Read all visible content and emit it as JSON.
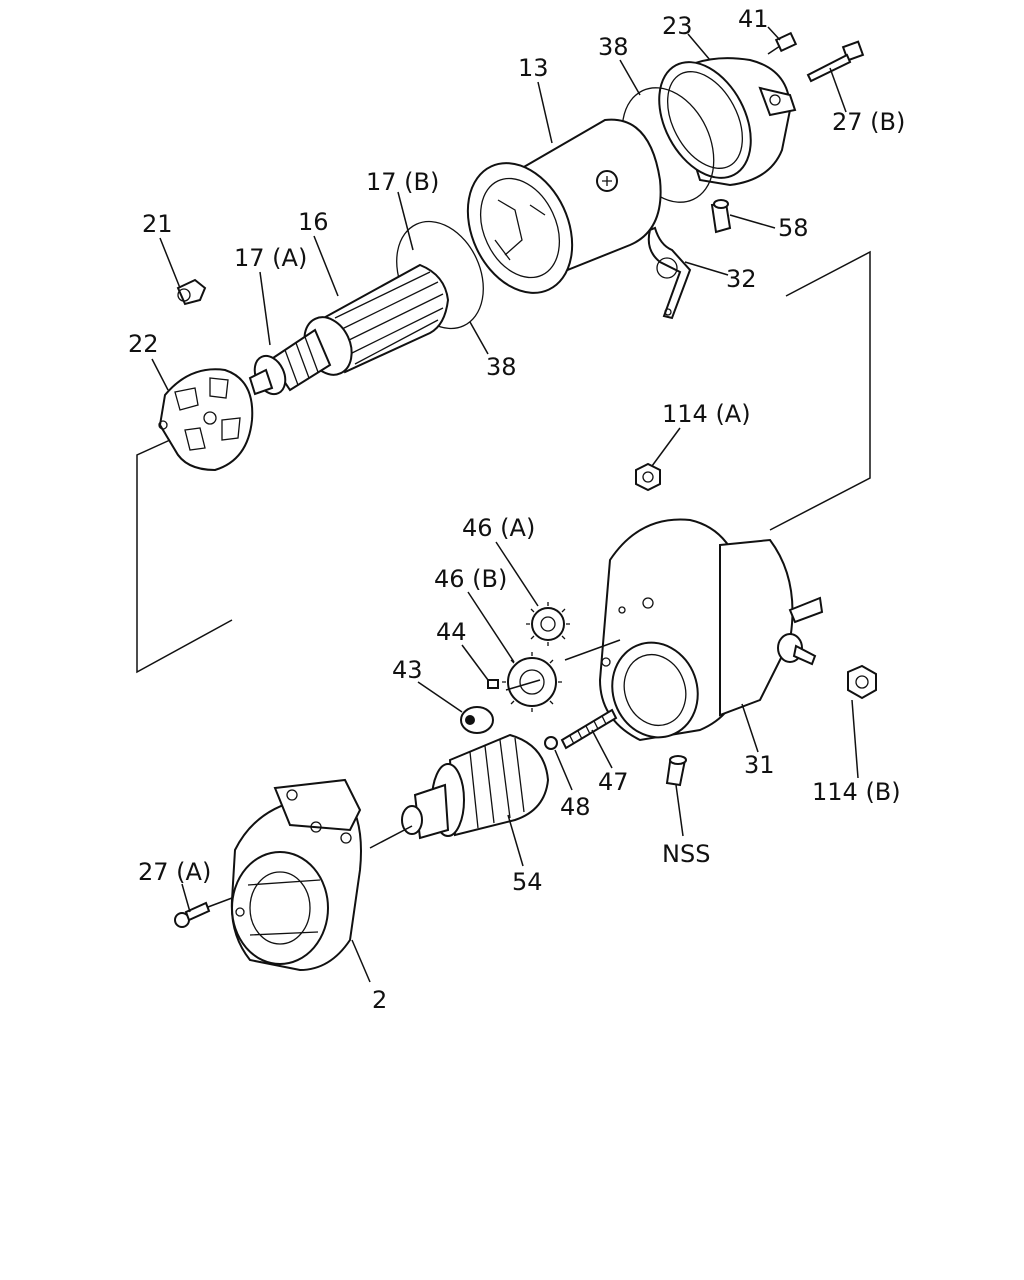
{
  "labels": {
    "l41": "41",
    "l23": "23",
    "l38a": "38",
    "l13": "13",
    "l27b": "27 (B)",
    "l17b": "17 (B)",
    "l58": "58",
    "l21": "21",
    "l16": "16",
    "l17a": "17 (A)",
    "l32": "32",
    "l22": "22",
    "l38b": "38",
    "l114a": "114 (A)",
    "l46a": "46 (A)",
    "l46b": "46 (B)",
    "l44": "44",
    "l43": "43",
    "l47": "47",
    "l48": "48",
    "l31": "31",
    "l114b": "114 (B)",
    "lnss": "NSS",
    "l54": "54",
    "l27a": "27 (A)",
    "l2": "2"
  }
}
